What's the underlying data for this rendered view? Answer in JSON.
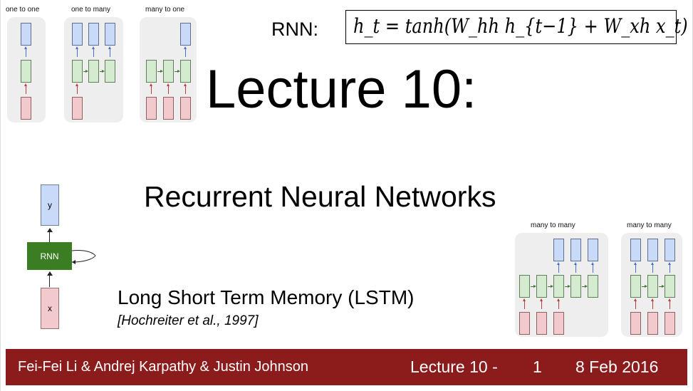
{
  "slide": {
    "rnn_label": "RNN:",
    "formula": "h_t = tanh(W_hh h_{t−1} + W_xh x_t)",
    "title": "Lecture 10:",
    "subtitle": "Recurrent Neural Networks",
    "lstm_title": "Long Short Term Memory (LSTM)",
    "lstm_reference": "[Hochreiter et al., 1997]"
  },
  "diagrams": {
    "one_to_one": "one to one",
    "one_to_many": "one to many",
    "many_to_one": "many to one",
    "many_to_many_1": "many to many",
    "many_to_many_2": "many to many",
    "rnn_unit": {
      "output": "y",
      "cell": "RNN",
      "input": "x"
    }
  },
  "footer": {
    "authors": "Fei-Fei Li & Andrej Karpathy & Justin Johnson",
    "lecture": "Lecture 10 -",
    "page": "1",
    "date": "8 Feb 2016"
  },
  "colors": {
    "footer_bg": "#8c1b1b",
    "rnn_cell": "#3b7d23",
    "output_box": "#c9d9f8",
    "hidden_box": "#d4ebcf",
    "input_box": "#f2c9cc"
  }
}
